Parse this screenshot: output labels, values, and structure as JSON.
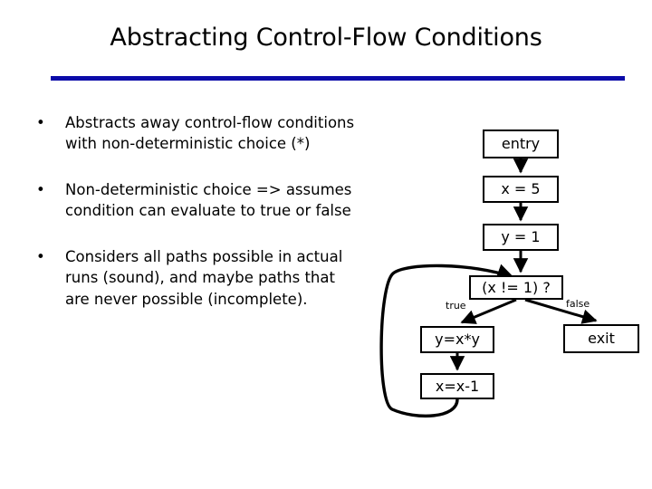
{
  "slide": {
    "title": "Abstracting Control-Flow Conditions",
    "rule_color": "#0A0AA8"
  },
  "bullets": [
    {
      "marker": "•",
      "text": "Abstracts away control-flow conditions\nwith non-deterministic choice (*)"
    },
    {
      "marker": "•",
      "text": "Non-deterministic choice => assumes\ncondition can evaluate to true or false"
    },
    {
      "marker": "•",
      "text": "Considers all paths possible in actual\nruns (sound), and maybe paths that\nare never possible (incomplete)."
    }
  ],
  "flowchart": {
    "nodes": {
      "entry": "entry",
      "assign_x": "x = 5",
      "assign_y": "y = 1",
      "condition": "(x != 1) ?",
      "body_mul": "y=x*y",
      "body_dec": "x=x-1",
      "exit": "exit"
    },
    "edge_labels": {
      "true": "true",
      "false": "false"
    }
  }
}
